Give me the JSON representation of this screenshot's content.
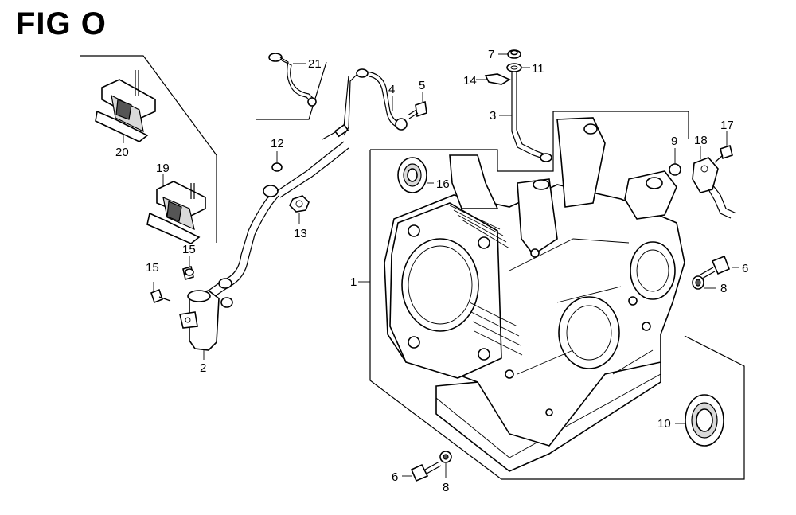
{
  "figure": {
    "title": "FIG O"
  },
  "callouts": [
    {
      "id": "c1",
      "label": "1"
    },
    {
      "id": "c2",
      "label": "2"
    },
    {
      "id": "c3",
      "label": "3"
    },
    {
      "id": "c4",
      "label": "4"
    },
    {
      "id": "c5",
      "label": "5"
    },
    {
      "id": "c6a",
      "label": "6"
    },
    {
      "id": "c6b",
      "label": "6"
    },
    {
      "id": "c7",
      "label": "7"
    },
    {
      "id": "c8a",
      "label": "8"
    },
    {
      "id": "c8b",
      "label": "8"
    },
    {
      "id": "c9",
      "label": "9"
    },
    {
      "id": "c10",
      "label": "10"
    },
    {
      "id": "c11",
      "label": "11"
    },
    {
      "id": "c12",
      "label": "12"
    },
    {
      "id": "c13",
      "label": "13"
    },
    {
      "id": "c14",
      "label": "14"
    },
    {
      "id": "c15a",
      "label": "15"
    },
    {
      "id": "c15b",
      "label": "15"
    },
    {
      "id": "c16",
      "label": "16"
    },
    {
      "id": "c17",
      "label": "17"
    },
    {
      "id": "c18",
      "label": "18"
    },
    {
      "id": "c19",
      "label": "19"
    },
    {
      "id": "c20",
      "label": "20"
    },
    {
      "id": "c21",
      "label": "21"
    }
  ]
}
